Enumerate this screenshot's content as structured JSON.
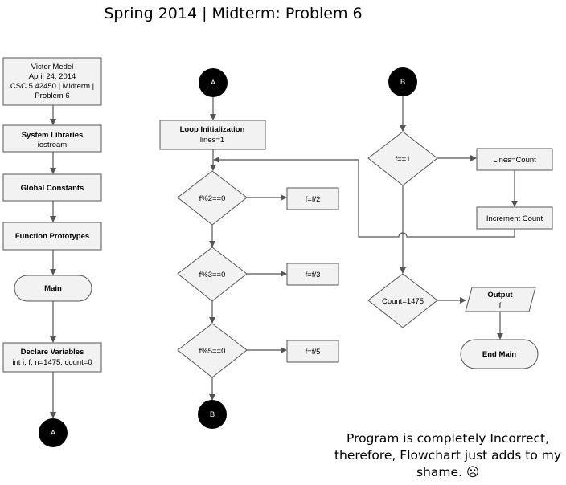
{
  "title": "Spring 2014 | Midterm: Problem 6",
  "note": [
    "Program is completely Incorrect,",
    "therefore, Flowchart just adds to my",
    "shame. ☹"
  ],
  "nodes": {
    "header": [
      "Victor Medel",
      "April 24, 2014",
      "CSC 5 42450 | Midterm |",
      "Problem 6"
    ],
    "system_libraries": {
      "title": "System Libraries",
      "detail": "iostream"
    },
    "global_constants": "Global Constants",
    "function_prototypes": "Function Prototypes",
    "main": "Main",
    "declare_variables": {
      "title": "Declare Variables",
      "detail": "int  i, f, n=1475, count=0"
    },
    "connector_a": "A",
    "connector_b": "B",
    "loop_init": {
      "title": "Loop Initialization",
      "detail": "lines=1"
    },
    "dec_mod2": "f%2==0",
    "act_div2": "f=f/2",
    "dec_mod3": "f%3==0",
    "act_div3": "f=f/3",
    "dec_mod5": "f%5==0",
    "act_div5": "f=f/5",
    "dec_f1": "f==1",
    "lines_count": "Lines=Count",
    "increment_count": "Increment Count",
    "dec_count": "Count=1475",
    "output": {
      "title": "Output",
      "detail": "f"
    },
    "end_main": "End Main"
  }
}
